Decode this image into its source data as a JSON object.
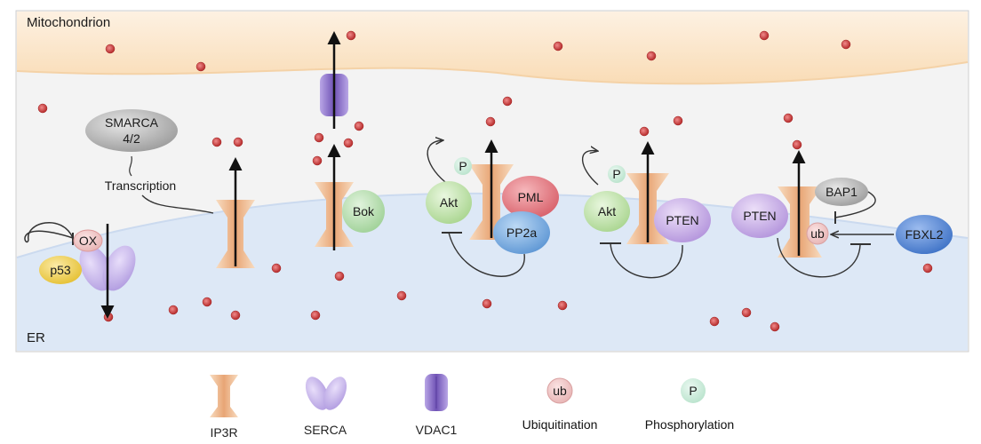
{
  "regions": {
    "mito": "Mitochondrion",
    "er": "ER"
  },
  "labels": {
    "smarca_line1": "SMARCA",
    "smarca_line2": "4/2",
    "transcription": "Transcription",
    "ox": "OX",
    "p53": "p53",
    "bok": "Bok",
    "akt1": "Akt",
    "p1": "P",
    "pml": "PML",
    "pp2a": "PP2a",
    "akt2": "Akt",
    "p2": "P",
    "pten1": "PTEN",
    "pten2": "PTEN",
    "bap1": "BAP1",
    "ub": "ub",
    "fbxl2": "FBXL2"
  },
  "legend": {
    "ip3r": "IP3R",
    "serca": "SERCA",
    "vdac1": "VDAC1",
    "ub_icon": "ub",
    "ubiquitination": "Ubiquitination",
    "p_icon": "P",
    "phosphorylation": "Phosphorylation"
  },
  "colors": {
    "mito_band": "#fbe7cd",
    "cytosol": "#f3f3f3",
    "er_lumen": "#dde8f6",
    "ip3r": "#f2c9a4",
    "serca": "#c7b7ea",
    "vdac1": "#8e75c9",
    "akt": "#c9e8b8",
    "pml": "#e07f87",
    "pp2a": "#7fb0df",
    "pten": "#c9b1e6",
    "bok": "#b8dfb3",
    "p53": "#f2d35b",
    "fbxl2": "#4b82d2",
    "grey_protein": "#b5b5b5",
    "calcium": "#c73b3b"
  },
  "icons": [
    "ip3r-icon",
    "serca-icon",
    "vdac1-icon",
    "ubiquitin-icon",
    "phosphate-icon",
    "calcium-ion-icon"
  ]
}
